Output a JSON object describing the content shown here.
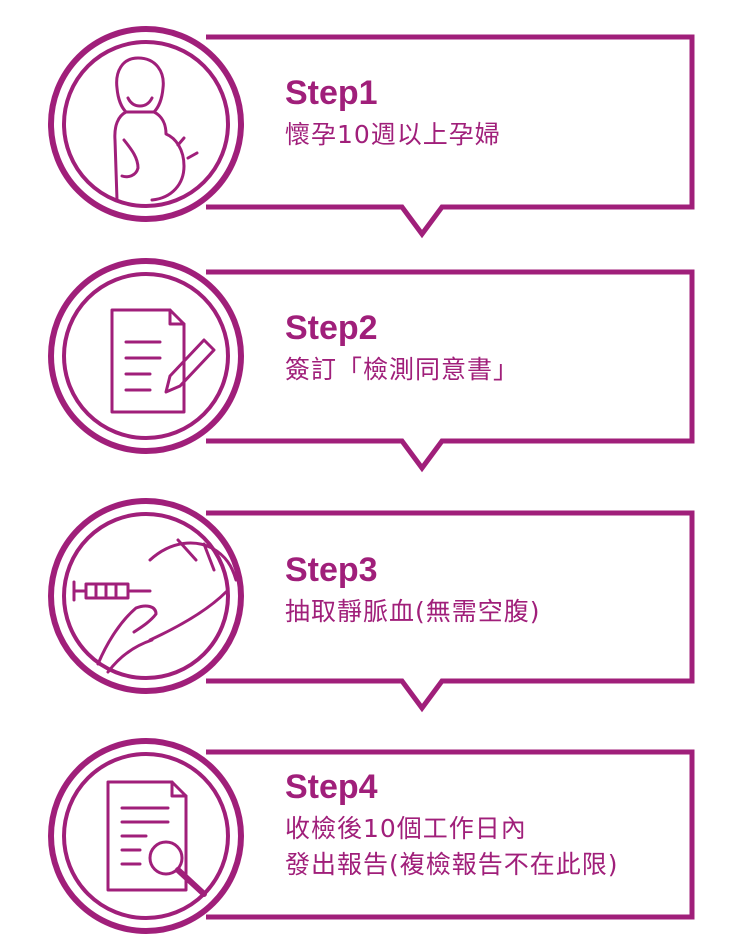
{
  "accent_color": "#a01f7a",
  "steps": [
    {
      "title": "Step1",
      "lines": [
        "懷孕10週以上孕婦"
      ],
      "icon": "pregnant-woman-icon"
    },
    {
      "title": "Step2",
      "lines": [
        "簽訂「檢測同意書」"
      ],
      "icon": "sign-document-icon"
    },
    {
      "title": "Step3",
      "lines": [
        "抽取靜脈血(無需空腹)"
      ],
      "icon": "blood-draw-syringe-icon"
    },
    {
      "title": "Step4",
      "lines": [
        "收檢後10個工作日內",
        "發出報告(複檢報告不在此限)"
      ],
      "icon": "report-magnifier-icon"
    }
  ]
}
